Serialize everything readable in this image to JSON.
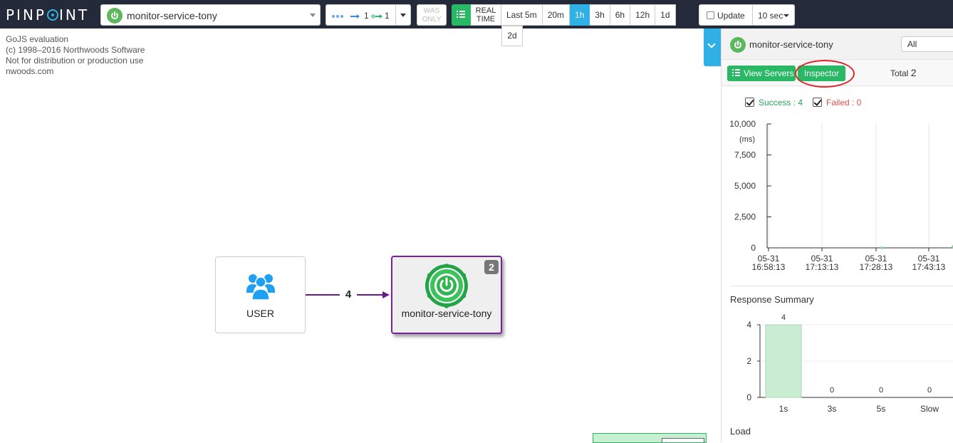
{
  "topbar": {
    "logo": "PINPOINT",
    "app_selected": "monitor-service-tony",
    "depth_inbound": "1",
    "depth_outbound": "1",
    "was_only": "WAS ONLY",
    "time_tabs": [
      {
        "label": "REAL TIME",
        "active": false
      },
      {
        "label": "Last 5m",
        "active": false
      },
      {
        "label": "20m",
        "active": false
      },
      {
        "label": "1h",
        "active": true
      },
      {
        "label": "3h",
        "active": false
      },
      {
        "label": "6h",
        "active": false
      },
      {
        "label": "12h",
        "active": false
      },
      {
        "label": "1d",
        "active": false
      }
    ],
    "time_extra": "2d",
    "update_label": "Update",
    "interval_label": "10 sec"
  },
  "map": {
    "gojs_notice": [
      "GoJS evaluation",
      "(c) 1998–2016 Northwoods Software",
      "Not for distribution or production use",
      "nwoods.com"
    ],
    "user_node": {
      "label": "USER"
    },
    "link_count": "4",
    "app_node": {
      "label": "monitor-service-tony",
      "badge": "2"
    }
  },
  "panel": {
    "title": "monitor-service-tony",
    "agent_filter": "All",
    "view_servers_label": "View Servers",
    "inspector_label": "Inspector",
    "total_label": "Total",
    "total_value": "2",
    "success_label": "Success : 4",
    "failed_label": "Failed : 0",
    "response_summary_title": "Response Summary",
    "load_title": "Load"
  },
  "colors": {
    "topbar_bg": "#252a3a",
    "accent_blue": "#2fb1e6",
    "accent_green": "#29b864",
    "node_border": "#7a1fa2",
    "success": "#29a55a",
    "failed": "#d9534f"
  },
  "chart_data": [
    {
      "type": "scatter",
      "title": "",
      "ylabel": "(ms)",
      "y_ticks": [
        "10,000",
        "7,500",
        "5,000",
        "2,500",
        "0"
      ],
      "ylim": [
        0,
        10000
      ],
      "x_ticks": [
        {
          "date": "05-31",
          "time": "16:58:13"
        },
        {
          "date": "05-31",
          "time": "17:13:13"
        },
        {
          "date": "05-31",
          "time": "17:28:13"
        },
        {
          "date": "05-31",
          "time": "17:43:13"
        }
      ],
      "points": [
        {
          "x": "17:30",
          "y": 10
        },
        {
          "x": "17:50",
          "y": 100
        }
      ],
      "grid": true
    },
    {
      "type": "bar",
      "title": "Response Summary",
      "categories": [
        "1s",
        "3s",
        "5s",
        "Slow"
      ],
      "values": [
        4,
        0,
        0,
        0
      ],
      "y_ticks": [
        "4",
        "2",
        "0"
      ],
      "ylim": [
        0,
        4
      ]
    }
  ]
}
